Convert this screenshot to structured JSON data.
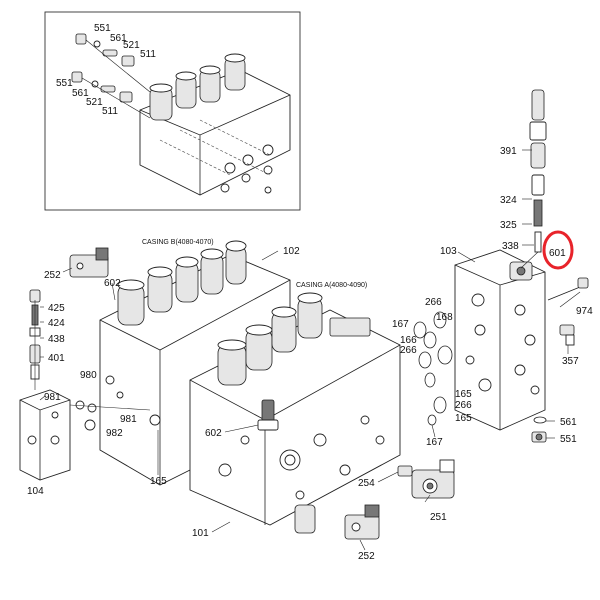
{
  "diagram": {
    "inset_labels": {
      "l551_top": "551",
      "l561_top": "561",
      "l521_top": "521",
      "l511_top": "511",
      "l551_mid": "551",
      "l561_mid": "561",
      "l521_mid": "521",
      "l511_mid": "511"
    },
    "casing_b": "CASING B(4080-4070)",
    "casing_a": "CASING A(4080-4090)",
    "labels": {
      "p391": "391",
      "p324": "324",
      "p325": "325",
      "p338": "338",
      "p601": "601",
      "p103": "103",
      "p102": "102",
      "p252_top": "252",
      "p602_top": "602",
      "p425": "425",
      "p424": "424",
      "p438": "438",
      "p401": "401",
      "p981_left": "981",
      "p980": "980",
      "p981_mid": "981",
      "p982": "982",
      "p104": "104",
      "p165_left": "165",
      "p602_bottom": "602",
      "p101": "101",
      "p252_bottom": "252",
      "p254": "254",
      "p251": "251",
      "p266_top": "266",
      "p167_top": "167",
      "p168": "168",
      "p166": "166",
      "p266_mid": "266",
      "p165_r1": "165",
      "p266_low": "266",
      "p165_r2": "165",
      "p167_bottom": "167",
      "p974": "974",
      "p357": "357",
      "p561": "561",
      "p551": "551"
    },
    "highlight": {
      "target": "601",
      "color": "#e8232a"
    }
  }
}
